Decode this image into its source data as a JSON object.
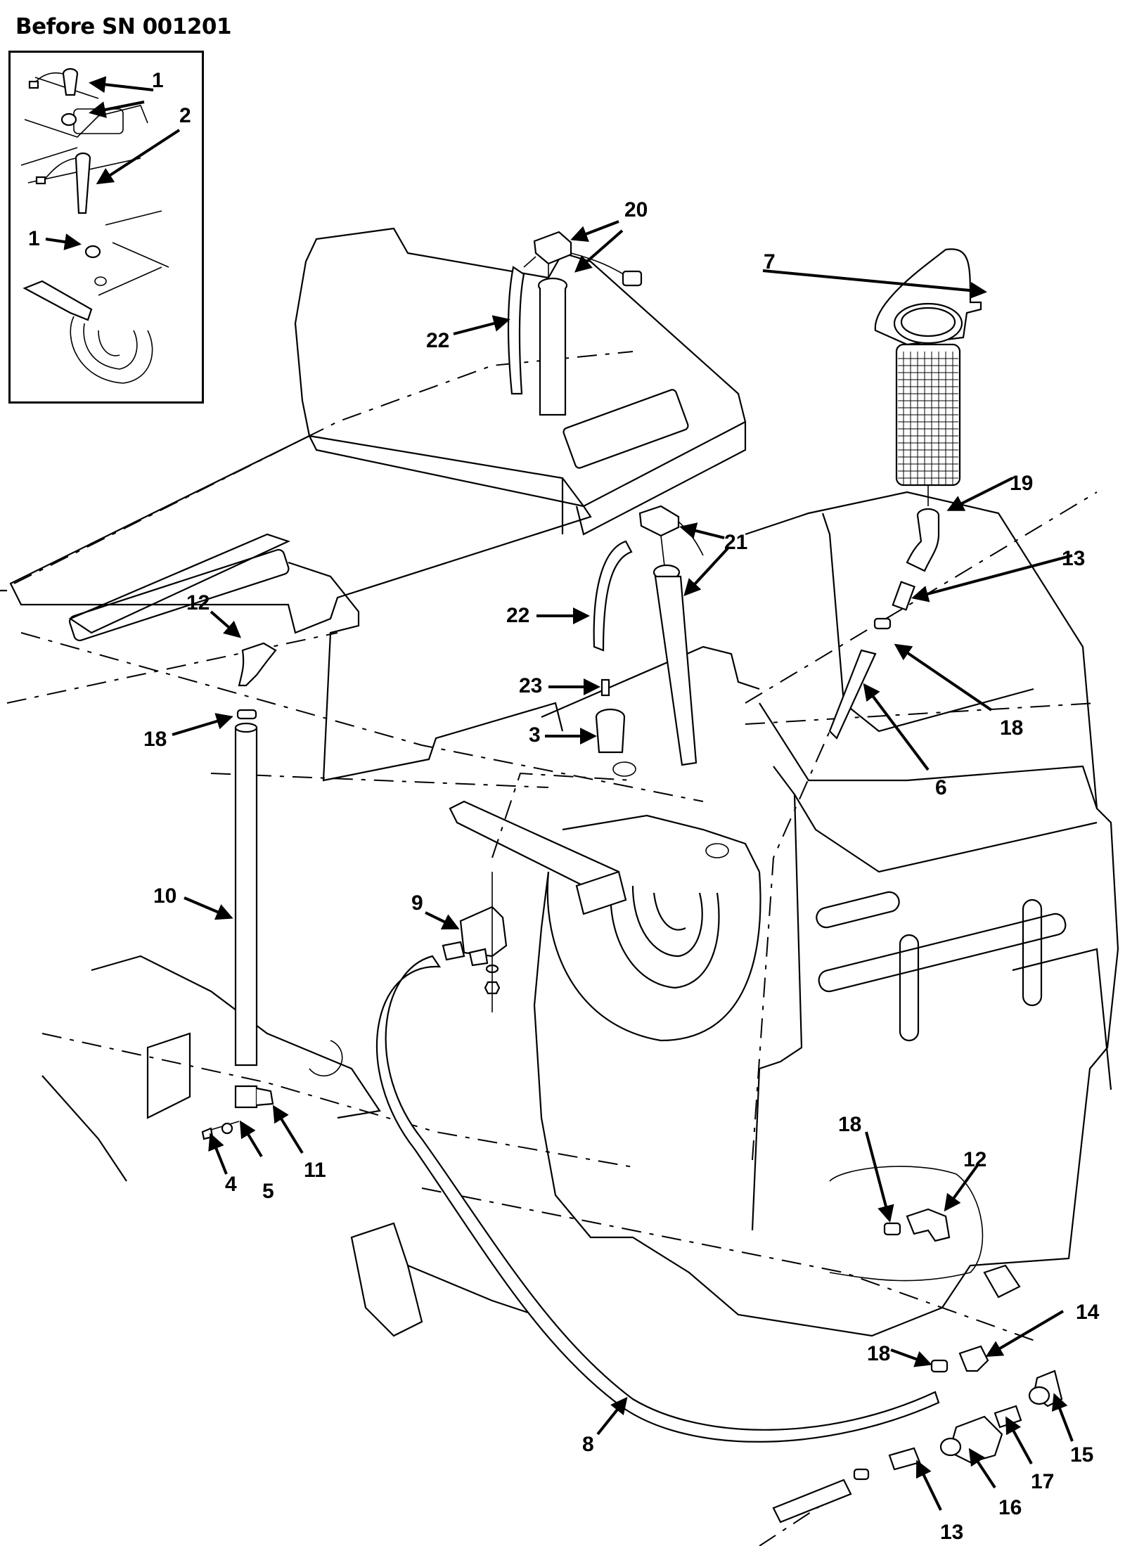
{
  "title": "Before SN 001201",
  "inset": {
    "labels": [
      {
        "id": "inset-1a",
        "text": "1"
      },
      {
        "id": "inset-2",
        "text": "2"
      },
      {
        "id": "inset-1b",
        "text": "1"
      }
    ]
  },
  "callouts": [
    {
      "id": "c20",
      "text": "20"
    },
    {
      "id": "c22a",
      "text": "22"
    },
    {
      "id": "c7",
      "text": "7"
    },
    {
      "id": "c19",
      "text": "19"
    },
    {
      "id": "c21",
      "text": "21"
    },
    {
      "id": "c13a",
      "text": "13"
    },
    {
      "id": "c22b",
      "text": "22"
    },
    {
      "id": "c23",
      "text": "23"
    },
    {
      "id": "c3",
      "text": "3"
    },
    {
      "id": "c18a",
      "text": "18"
    },
    {
      "id": "c6",
      "text": "6"
    },
    {
      "id": "c12a",
      "text": "12"
    },
    {
      "id": "c18b",
      "text": "18"
    },
    {
      "id": "c10",
      "text": "10"
    },
    {
      "id": "c9",
      "text": "9"
    },
    {
      "id": "c4",
      "text": "4"
    },
    {
      "id": "c5",
      "text": "5"
    },
    {
      "id": "c11",
      "text": "11"
    },
    {
      "id": "c18c",
      "text": "18"
    },
    {
      "id": "c12b",
      "text": "12"
    },
    {
      "id": "c14",
      "text": "14"
    },
    {
      "id": "c18d",
      "text": "18"
    },
    {
      "id": "c8",
      "text": "8"
    },
    {
      "id": "c15",
      "text": "15"
    },
    {
      "id": "c17",
      "text": "17"
    },
    {
      "id": "c16",
      "text": "16"
    },
    {
      "id": "c13b",
      "text": "13"
    }
  ]
}
